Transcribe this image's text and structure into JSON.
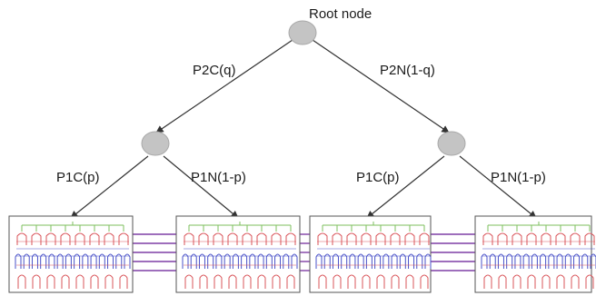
{
  "tree": {
    "root_label": "Root node",
    "edges": {
      "root_left": "P2C(q)",
      "root_right": "P2N(1-q)",
      "left_left": "P1C(p)",
      "left_right": "P1N(1-p)",
      "right_left": "P1C(p)",
      "right_right": "P1N(1-p)"
    }
  },
  "colors": {
    "node": "#c4c4c4",
    "green": "#7cbf5e",
    "red": "#d9545a",
    "blue": "#4a52c8",
    "connector": "#7f3fa6"
  }
}
